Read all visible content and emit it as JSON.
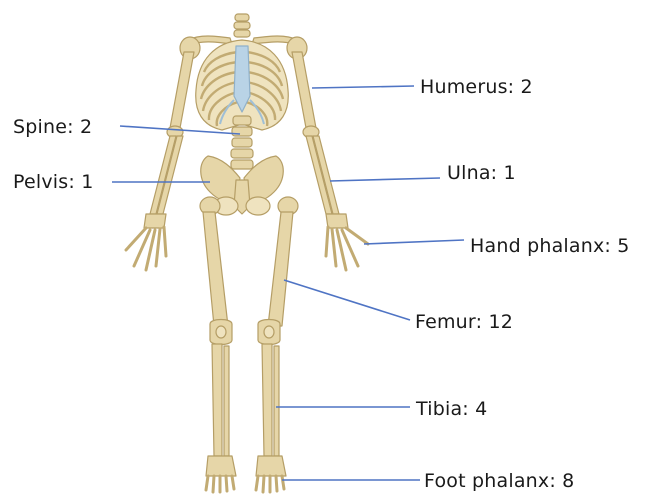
{
  "labels": {
    "humerus": "Humerus: 2",
    "spine": "Spine: 2",
    "pelvis": "Pelvis: 1",
    "ulna": "Ulna: 1",
    "hand_phalanx": "Hand phalanx: 5",
    "femur": "Femur: 12",
    "tibia": "Tibia: 4",
    "foot_phalanx": "Foot phalanx: 8"
  },
  "colors": {
    "bone": "#e6d6a8",
    "bone_outline": "#b59e66",
    "cartilage": "#b9d3e6",
    "leader_line": "#4f74c4",
    "text": "#1a1a1a"
  }
}
